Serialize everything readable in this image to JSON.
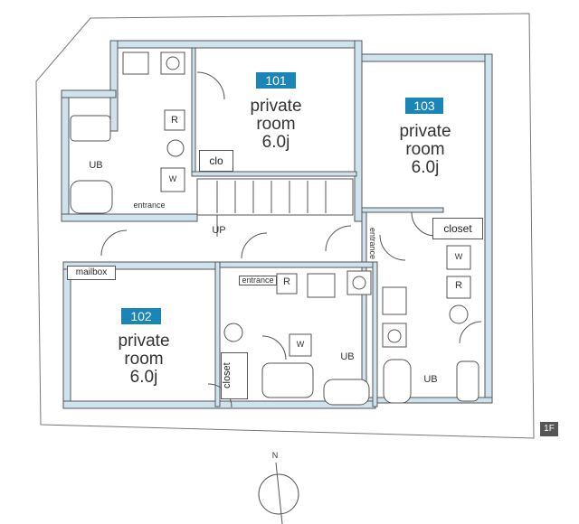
{
  "rooms": [
    {
      "number": "101",
      "label_line1": "private",
      "label_line2": "room",
      "size": "6.0j"
    },
    {
      "number": "102",
      "label_line1": "private",
      "label_line2": "room",
      "size": "6.0j"
    },
    {
      "number": "103",
      "label_line1": "private",
      "label_line2": "room",
      "size": "6.0j"
    }
  ],
  "labels": {
    "ub": "UB",
    "clo": "clo",
    "closet": "closet",
    "entrance": "entrance",
    "up": "UP",
    "mailbox": "mailbox",
    "r": "R",
    "w": "W",
    "north": "N",
    "floor": "1F"
  },
  "colors": {
    "wall_fill": "#cfe3ee",
    "wall_stroke": "#555555",
    "tag": "#1a86b8"
  }
}
